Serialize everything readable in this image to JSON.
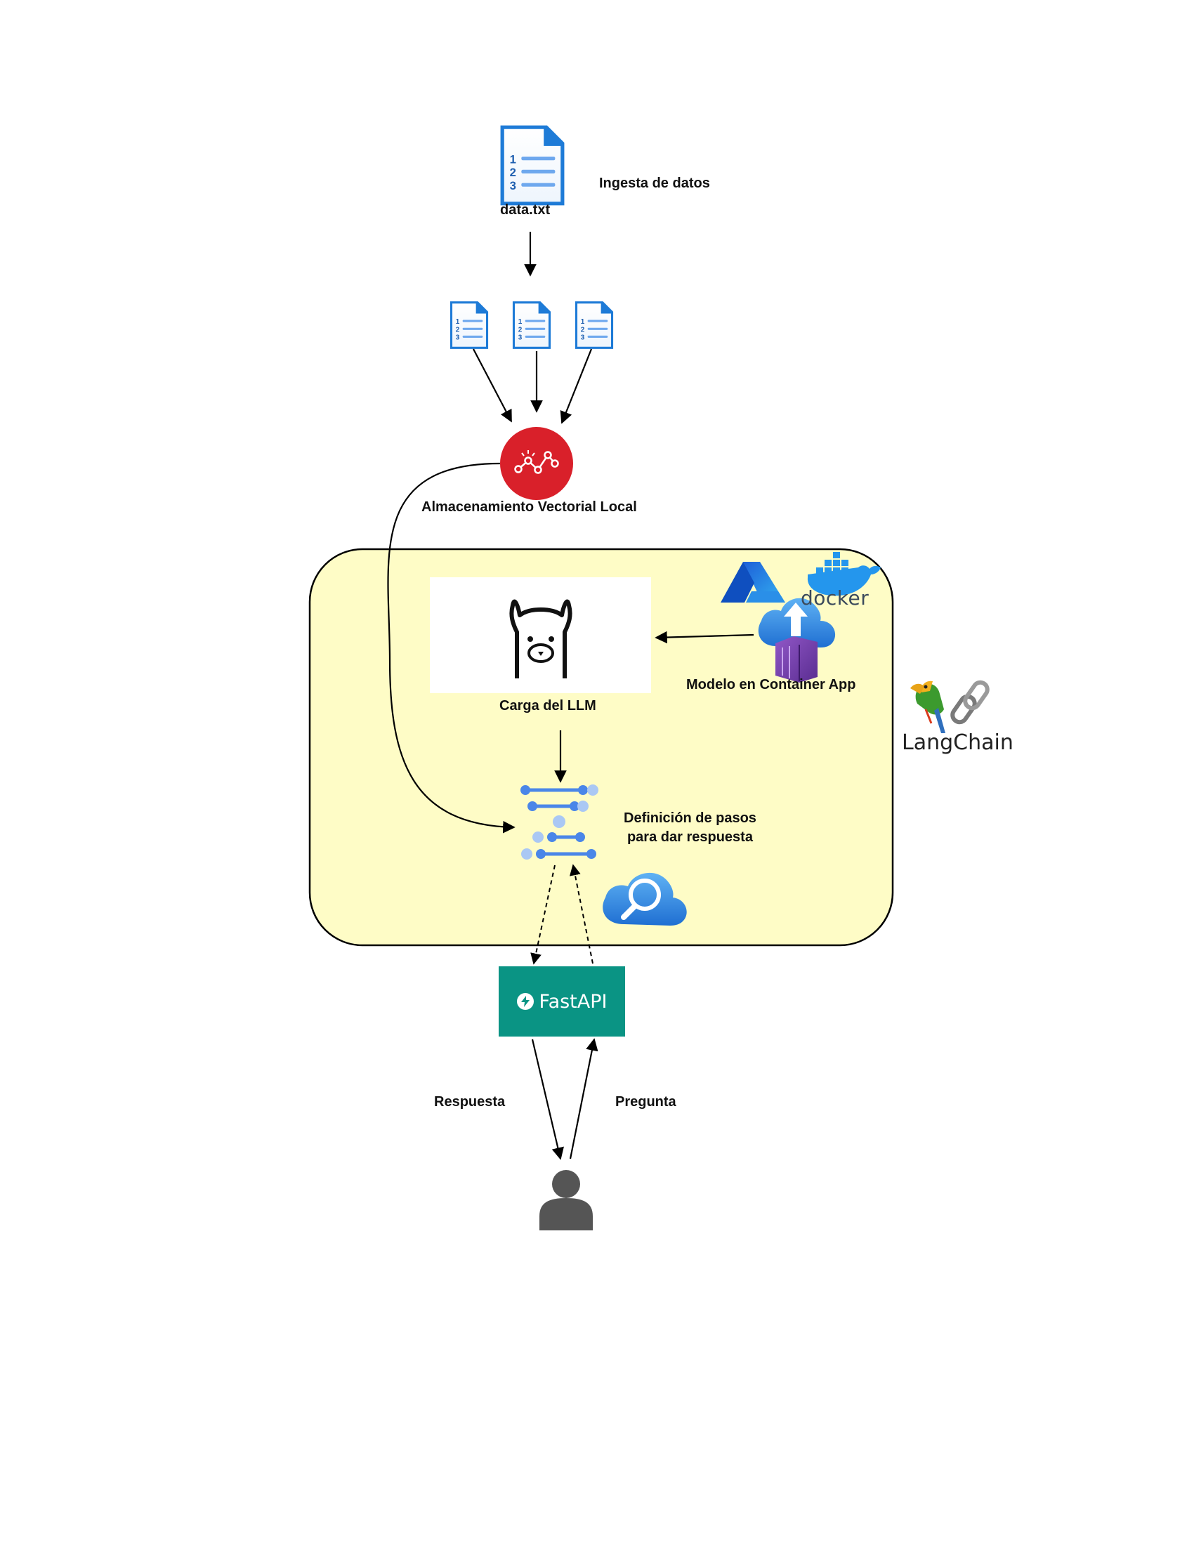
{
  "nodes": {
    "data_file": {
      "label": "data.txt",
      "icon": "text-document-icon"
    },
    "ingesta": {
      "label": "Ingesta de datos"
    },
    "chunks": {
      "icon": "text-document-icon",
      "count": 3
    },
    "vector_store": {
      "label": "Almacenamiento Vectorial Local",
      "icon": "vector-store-icon",
      "color": "#d9202a"
    },
    "llm": {
      "label": "Carga del LLM",
      "icon": "llama-icon"
    },
    "container_app": {
      "label": "Modelo en Container App",
      "icon": "container-app-icon"
    },
    "steps": {
      "label_line1": "Definición de pasos",
      "label_line2": "para dar respuesta",
      "icon": "pipeline-steps-icon"
    },
    "fastapi": {
      "label": "FastAPI",
      "color": "#0a9484"
    },
    "user": {
      "icon": "user-icon"
    },
    "langchain": {
      "label": "LangChain",
      "icon": "parrot-chain-icon"
    },
    "azure": {
      "icon": "azure-logo-icon"
    },
    "docker": {
      "label": "docker",
      "icon": "docker-whale-icon"
    },
    "search": {
      "icon": "cloud-search-icon"
    }
  },
  "edges": {
    "respuesta": "Respuesta",
    "pregunta": "Pregunta"
  },
  "colors": {
    "group_fill": "#fefcc6",
    "accent_blue": "#1e7bd7",
    "vector_red": "#d9202a",
    "fastapi_teal": "#0a9484"
  }
}
